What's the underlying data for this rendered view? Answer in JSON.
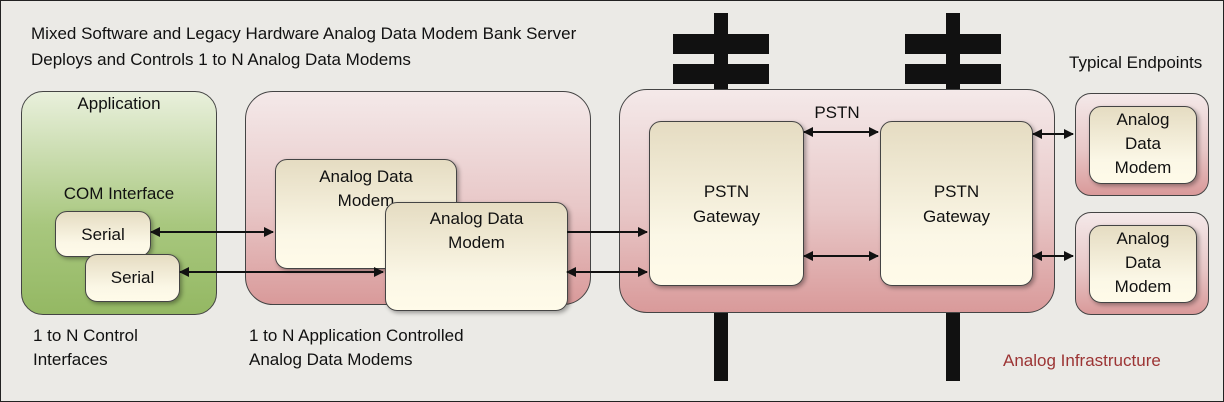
{
  "title": {
    "line1": "Mixed Software and Legacy Hardware Analog Data Modem Bank Server",
    "line2": "Deploys and Controls 1 to N Analog Data Modems"
  },
  "application": {
    "heading": "Application",
    "com_interface": "COM Interface",
    "serial_1": "Serial",
    "serial_2": "Serial",
    "caption_1": "1 to N Control",
    "caption_2": "Interfaces"
  },
  "modem_bank": {
    "modem_1": {
      "line1": "Analog Data",
      "line2": "Modem"
    },
    "modem_2": {
      "line1": "Analog Data",
      "line2": "Modem"
    },
    "caption_1": "1 to N Application Controlled",
    "caption_2": "Analog Data Modems"
  },
  "pstn": {
    "label": "PSTN",
    "gateway_1": {
      "line1": "PSTN",
      "line2": "Gateway"
    },
    "gateway_2": {
      "line1": "PSTN",
      "line2": "Gateway"
    }
  },
  "endpoints": {
    "heading": "Typical Endpoints",
    "endpoint_1": {
      "line1": "Analog",
      "line2": "Data",
      "line3": "Modem"
    },
    "endpoint_2": {
      "line1": "Analog",
      "line2": "Data",
      "line3": "Modem"
    }
  },
  "infrastructure_label": "Analog Infrastructure",
  "colors": {
    "application_green": "#a8c77e",
    "container_pink": "#e8c7c7",
    "modem_cream": "#fbf7e6",
    "infrastructure_text": "#9c3434",
    "pole_black": "#111111"
  }
}
